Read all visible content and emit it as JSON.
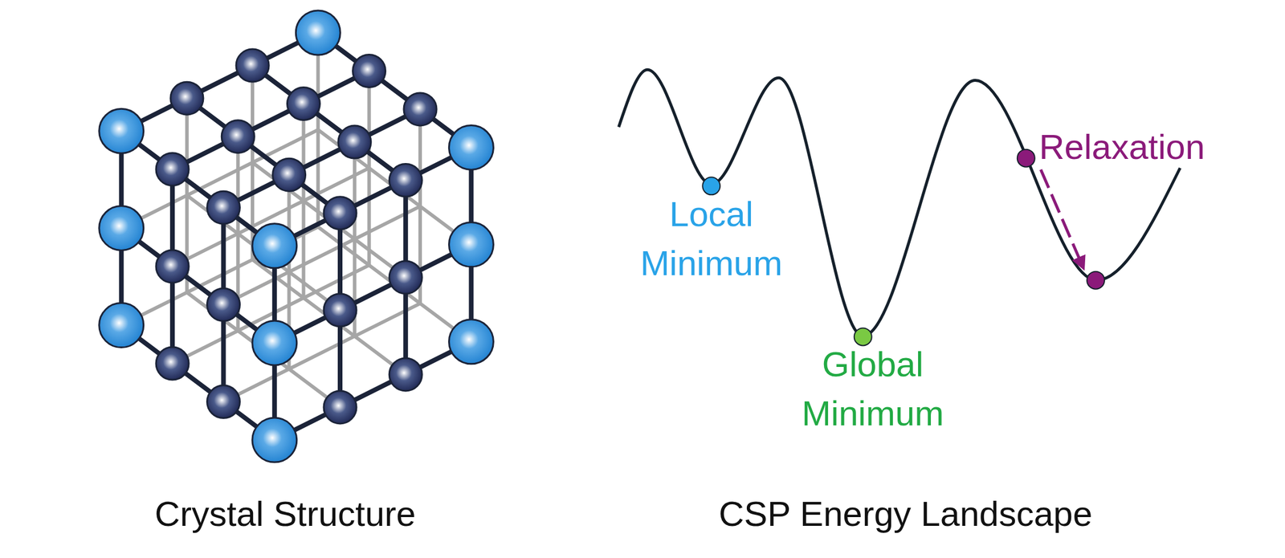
{
  "diagram": {
    "labels": [
      "Local Minimum",
      "Global Minimum",
      "Relaxation",
      "Crystal Structure",
      "CSP Energy Landscape"
    ]
  }
}
